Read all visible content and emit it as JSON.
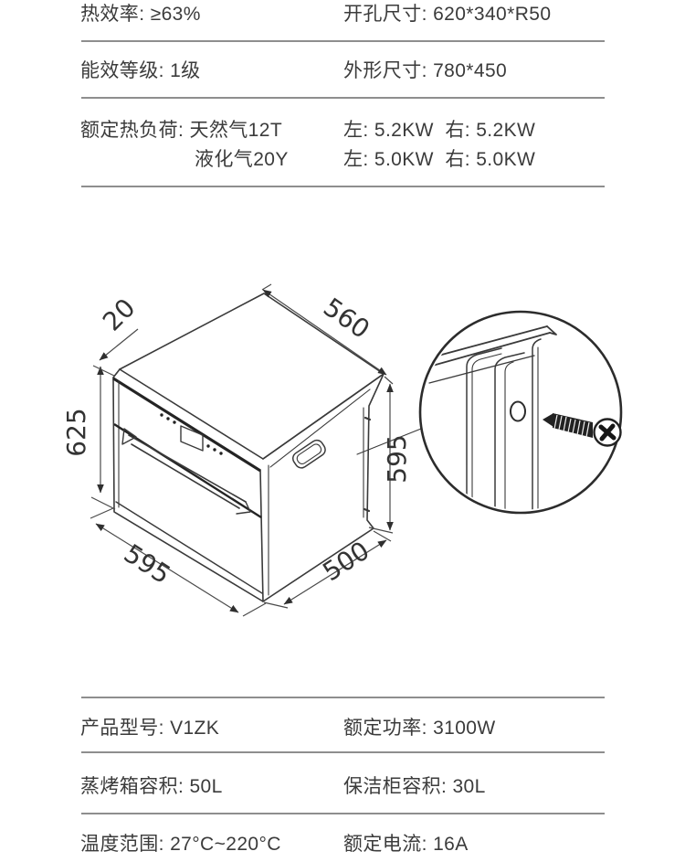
{
  "page": {
    "background": "#ffffff",
    "text_color": "#3b3b3b",
    "divider_color": "#8e8e8e"
  },
  "spec_table_top": {
    "rows": [
      {
        "left": "热效率: ≥63%",
        "right": "开孔尺寸: 620*340*R50"
      },
      {
        "left": "能效等级: 1级",
        "right": "外形尺寸: 780*450"
      },
      {
        "left_lines": [
          "额定热负荷: 天然气12T",
          "液化气20Y"
        ],
        "right_lines": [
          "左: 5.2KW  右: 5.2KW",
          "左: 5.0KW  右: 5.0KW"
        ]
      }
    ]
  },
  "drawing": {
    "dimensions": {
      "front_frame_overhang": "20",
      "top_depth": "560",
      "front_height": "625",
      "right_height": "595",
      "front_width": "595",
      "side_depth": "500"
    }
  },
  "spec_table_bottom": {
    "rows": [
      {
        "left": "产品型号: V1ZK",
        "right": "额定功率: 3100W"
      },
      {
        "left": "蒸烤箱容积: 50L",
        "right": "保洁柜容积: 30L"
      },
      {
        "left": "温度范围: 27°C~220°C",
        "right": "额定电流: 16A"
      }
    ]
  }
}
